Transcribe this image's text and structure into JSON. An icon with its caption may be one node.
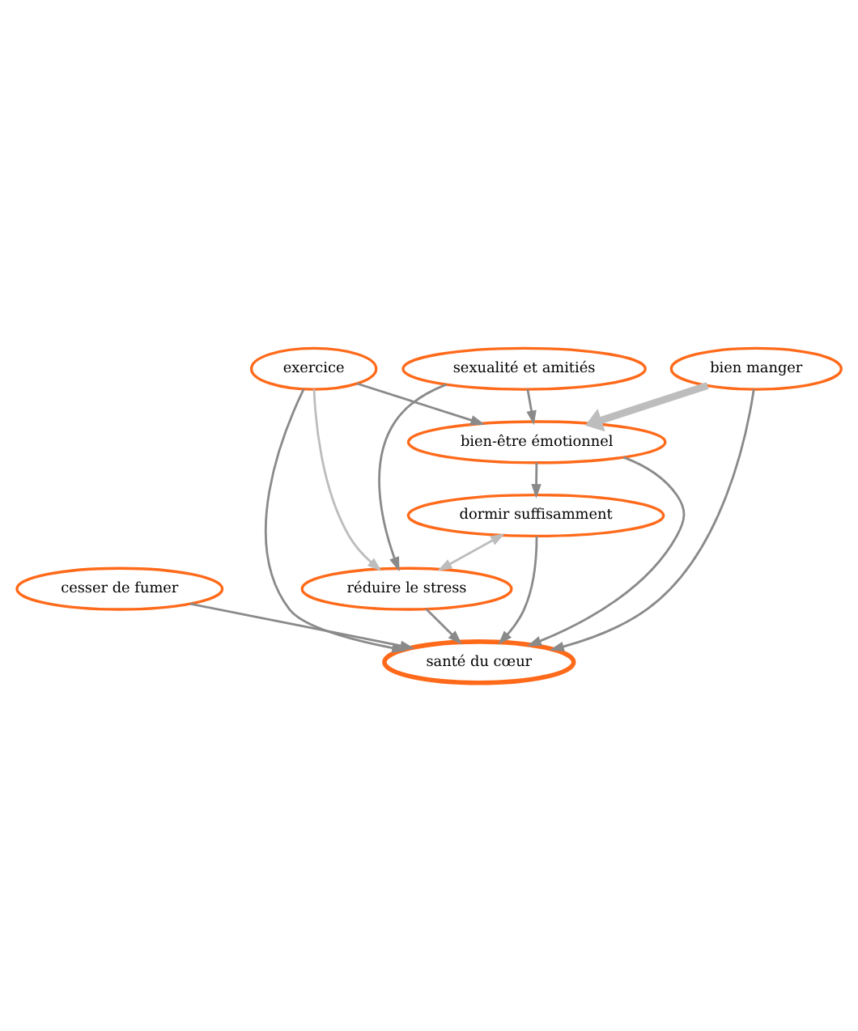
{
  "diagram": {
    "nodes": [
      {
        "text": [
          "cesser de fumer"
        ]
      },
      {
        "text": [
          "réduire le stress"
        ]
      },
      {
        "text": [
          "bien manger"
        ]
      },
      {
        "text": [
          "santé du cœur"
        ]
      },
      {
        "text": [
          "sexualité et amitiés"
        ]
      },
      {
        "text": [
          "exercice"
        ]
      },
      {
        "text": [
          "dormir suffisamment"
        ]
      },
      {
        "text": [
          "bien-être émotionnel"
        ]
      }
    ],
    "edges": [
      {
        "from": 0,
        "to": 3,
        "arrow": "to"
      },
      {
        "from": 2,
        "to": 3,
        "arrow": "to"
      },
      {
        "from": 1,
        "to": 3,
        "arrow": "to"
      },
      {
        "from": 5,
        "to": 3,
        "arrow": "to"
      },
      {
        "from": 6,
        "to": 3,
        "arrow": "to"
      },
      {
        "from": 7,
        "to": 3,
        "arrow": "to"
      },
      {
        "from": 4,
        "to": 1,
        "arrow": "to"
      },
      {
        "from": 4,
        "to": 7,
        "arrow": "to"
      },
      {
        "from": 7,
        "to": 6,
        "arrow": "to"
      },
      {
        "from": 5,
        "to": 1,
        "arrow": "to",
        "color": "#bdbdbd"
      },
      {
        "from": 5,
        "to": 7,
        "arrow": "to"
      },
      {
        "from": 2,
        "to": 7,
        "arrow": "to",
        "style": "thick",
        "color": "#bdbdbd"
      },
      {
        "from": 6,
        "to": 1,
        "arrow": "both",
        "color": "#bdbdbd"
      }
    ]
  }
}
